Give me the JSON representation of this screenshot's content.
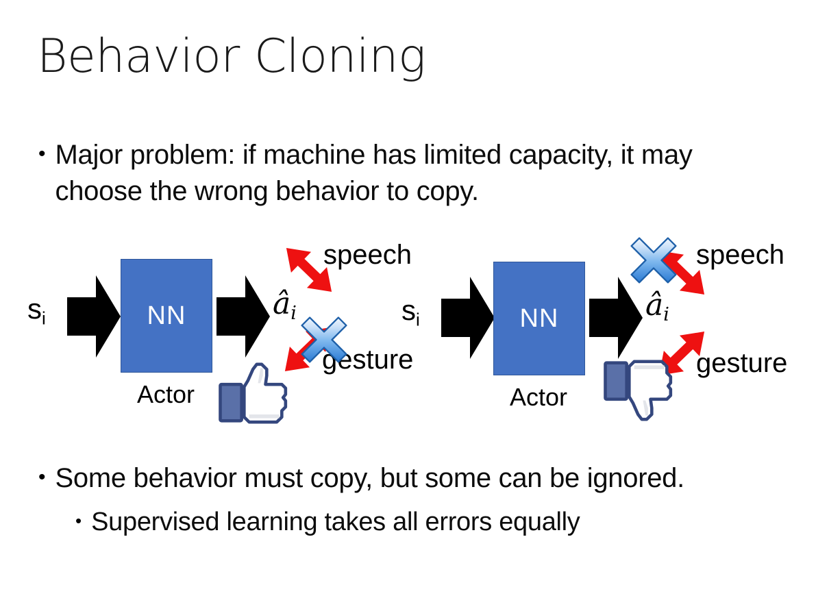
{
  "slide": {
    "title": "Behavior Cloning",
    "bullets": [
      {
        "level": 1,
        "marker": "•",
        "text": "Major problem: if machine has limited capacity, it may choose the wrong behavior to copy."
      },
      {
        "level": 1,
        "marker": "•",
        "text": "Some behavior must copy, but some can be ignored."
      },
      {
        "level": 2,
        "marker": "•",
        "text": "Supervised learning takes all errors equally"
      }
    ],
    "colors": {
      "nn_fill": "#4472C4",
      "nn_border": "#2E5699",
      "nn_text": "#FFFFFF",
      "arrow_black": "#000000",
      "arrow_red": "#EE1111",
      "cross_blue_light": "#EAF2FC",
      "cross_blue_mid": "#7FB2EC",
      "cross_blue_dark": "#2B7BD4",
      "cross_outline": "#1D5FA8",
      "thumb_outline": "#3B5998",
      "thumb_fill": "#FFFFFF",
      "thumb_cuff": "#5A70A8",
      "thumb_shadow": "#DDDDDD",
      "title_text": "#1A1A1A",
      "body_text": "#0C0C0C"
    }
  },
  "diagrams": [
    {
      "id": "left",
      "state_label": "s",
      "state_sub": "i",
      "box_label": "NN",
      "box_caption": "Actor",
      "action_label": "â",
      "action_sub": "i",
      "branches": [
        {
          "name": "speech",
          "label": "speech",
          "direction": "up-right",
          "crossed": false
        },
        {
          "name": "gesture",
          "label": "gesture",
          "direction": "down-right",
          "crossed": true
        }
      ],
      "feedback_icon": "thumbs-up",
      "crossed_branch": "gesture"
    },
    {
      "id": "right",
      "state_label": "s",
      "state_sub": "i",
      "box_label": "NN",
      "box_caption": "Actor",
      "action_label": "â",
      "action_sub": "i",
      "branches": [
        {
          "name": "speech",
          "label": "speech",
          "direction": "up-right",
          "crossed": true
        },
        {
          "name": "gesture",
          "label": "gesture",
          "direction": "down-right",
          "crossed": false
        }
      ],
      "feedback_icon": "thumbs-down",
      "crossed_branch": "speech"
    }
  ]
}
